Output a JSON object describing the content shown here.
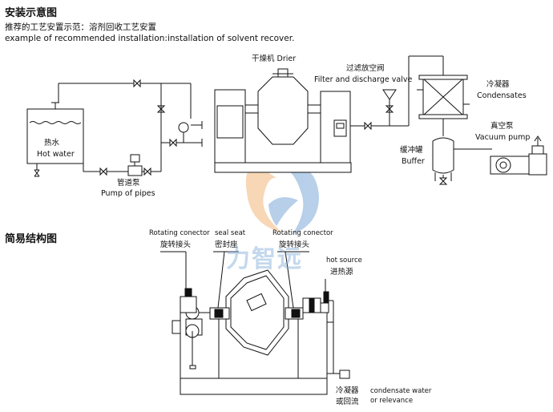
{
  "titles": {
    "section1": "安装示意图",
    "subtitle_cn": "推荐的工艺安置示范：溶剂回收工艺安置",
    "subtitle_en": "example of recommended installation:installation of solvent recover.",
    "section2": "简易结构图"
  },
  "installation": {
    "drier": "干燥机 Drier",
    "filter_cn": "过滤放空阀",
    "filter_en": "Filter and discharge valve",
    "condenser_cn": "冷凝器",
    "condenser_en": "Condensates",
    "vacuum_pump_cn": "真空泵",
    "vacuum_pump_en": "Vacuum pump",
    "buffer_cn": "缓冲罐",
    "buffer_en": "Buffer",
    "hot_water_cn": "热水",
    "hot_water_en": "Hot water",
    "pump_cn": "管道泵",
    "pump_en": "Pump of pipes"
  },
  "structure": {
    "rot_left_en": "Rotating conector",
    "rot_left_cn": "旋转接头",
    "seal_en": "seal seat",
    "seal_cn": "密封座",
    "rot_right_en": "Rotating conector",
    "rot_right_cn": "旋转接头",
    "hot_en": "hot source",
    "hot_cn": "进热源",
    "cond_cn1": "冷凝器",
    "cond_cn2": "或回流",
    "cond_en1": "condensate water",
    "cond_en2": "or relevance"
  },
  "watermark": "力智远",
  "colors": {
    "watermark_orange": "#f2b77a",
    "watermark_blue": "#7ea9d8",
    "line": "#111111"
  }
}
